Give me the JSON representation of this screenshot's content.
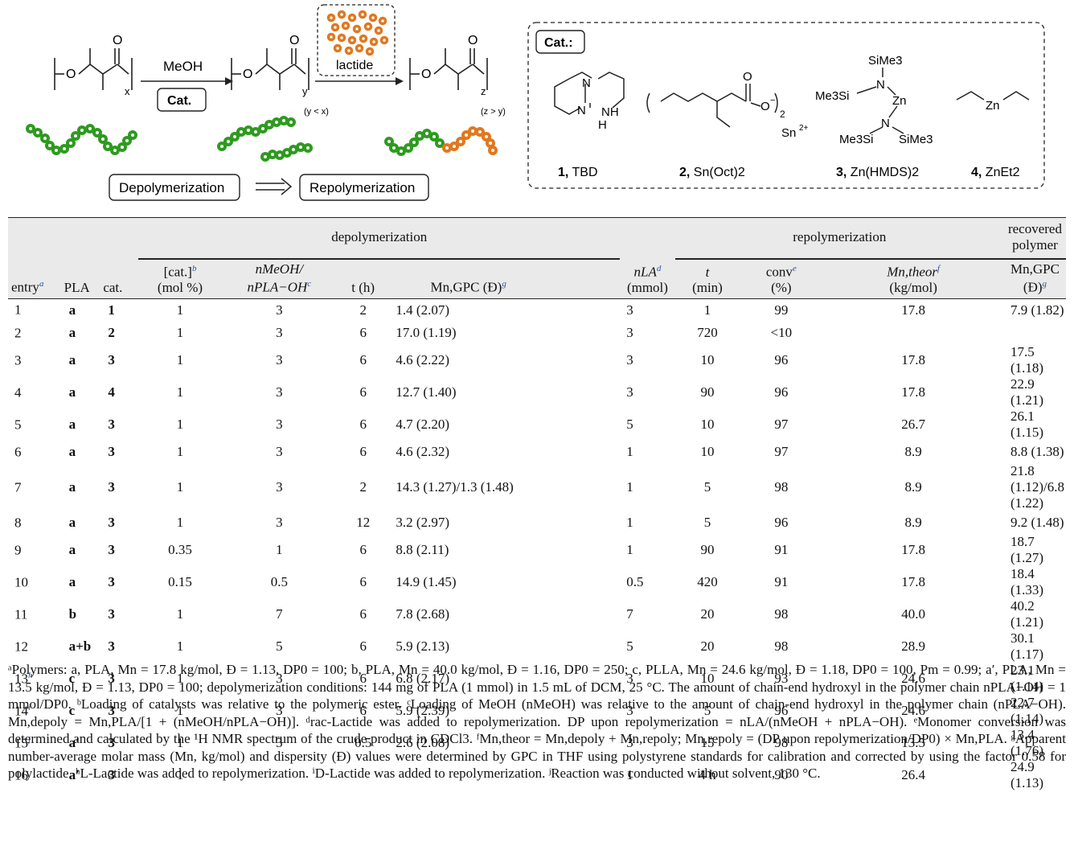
{
  "scheme": {
    "reagent_top": "MeOH",
    "cat_box": "Cat.",
    "lactide_label": "lactide",
    "sub_x": "x",
    "sub_y": "y",
    "sub_z": "z",
    "note_y": "(y < x)",
    "note_z": "(z > y)",
    "depoly_label": "Depolymerization",
    "repoly_label": "Repolymerization",
    "cat_panel_title": "Cat.:",
    "catalysts": [
      {
        "num": "1,",
        "name": "TBD"
      },
      {
        "num": "2,",
        "name": "Sn(Oct)2"
      },
      {
        "num": "3,",
        "name": "Zn(HMDS)2"
      },
      {
        "num": "4,",
        "name": "ZnEt2"
      }
    ],
    "struct_labels": {
      "N": "N",
      "NH": "NH",
      "H": "H",
      "O": "O",
      "Ominus": "O",
      "minus": "−",
      "sub2": "2",
      "Sn": "Sn",
      "Sn_charge": "2+",
      "SiMe3": "SiMe3",
      "Me3Si": "Me3Si",
      "Zn": "Zn"
    },
    "colors": {
      "green": "#2e9a1f",
      "orange": "#e07820"
    }
  },
  "table": {
    "groups": [
      "depolymerization",
      "repolymerization",
      "recovered polymer"
    ],
    "headers": [
      "entry",
      "PLA",
      "cat.",
      "[cat.]",
      "(mol %)",
      "nMeOH/",
      "nPLA−OH",
      "t (h)",
      "Mn,GPC (Đ)",
      "nLA",
      "(mmol)",
      "t",
      "(min)",
      "conv",
      "(%)",
      "Mn,theor",
      "(kg/mol)",
      "Mn,GPC (Đ)"
    ],
    "header_marks": {
      "entry": "a",
      "cat": "b",
      "meoh": "c",
      "gpc": "g",
      "nla": "d",
      "conv": "e",
      "theor": "f",
      "gpc2": "g"
    },
    "rows": [
      {
        "entry": "1",
        "mark": "",
        "pla": "a",
        "cat": "1",
        "catmol": "1",
        "meoh": "3",
        "t": "2",
        "mn": "1.4 (2.07)",
        "nla": "3",
        "tmin": "1",
        "conv": "99",
        "theor": "17.8",
        "rec": "7.9 (1.82)"
      },
      {
        "entry": "2",
        "mark": "",
        "pla": "a",
        "cat": "2",
        "catmol": "1",
        "meoh": "3",
        "t": "6",
        "mn": "17.0 (1.19)",
        "nla": "3",
        "tmin": "720",
        "conv": "<10",
        "theor": "",
        "rec": ""
      },
      {
        "entry": "3",
        "mark": "",
        "pla": "a",
        "cat": "3",
        "catmol": "1",
        "meoh": "3",
        "t": "6",
        "mn": "4.6 (2.22)",
        "nla": "3",
        "tmin": "10",
        "conv": "96",
        "theor": "17.8",
        "rec": "17.5 (1.18)"
      },
      {
        "entry": "4",
        "mark": "",
        "pla": "a",
        "cat": "4",
        "catmol": "1",
        "meoh": "3",
        "t": "6",
        "mn": "12.7 (1.40)",
        "nla": "3",
        "tmin": "90",
        "conv": "96",
        "theor": "17.8",
        "rec": "22.9 (1.21)"
      },
      {
        "entry": "5",
        "mark": "",
        "pla": "a",
        "cat": "3",
        "catmol": "1",
        "meoh": "3",
        "t": "6",
        "mn": "4.7 (2.20)",
        "nla": "5",
        "tmin": "10",
        "conv": "97",
        "theor": "26.7",
        "rec": "26.1 (1.15)"
      },
      {
        "entry": "6",
        "mark": "",
        "pla": "a",
        "cat": "3",
        "catmol": "1",
        "meoh": "3",
        "t": "6",
        "mn": "4.6 (2.32)",
        "nla": "1",
        "tmin": "10",
        "conv": "97",
        "theor": "8.9",
        "rec": "8.8 (1.38)"
      },
      {
        "entry": "7",
        "mark": "",
        "pla": "a",
        "cat": "3",
        "catmol": "1",
        "meoh": "3",
        "t": "2",
        "mn": "14.3 (1.27)/1.3 (1.48)",
        "nla": "1",
        "tmin": "5",
        "conv": "98",
        "theor": "8.9",
        "rec": "21.8 (1.12)/6.8 (1.22)"
      },
      {
        "entry": "8",
        "mark": "",
        "pla": "a",
        "cat": "3",
        "catmol": "1",
        "meoh": "3",
        "t": "12",
        "mn": "3.2 (2.97)",
        "nla": "1",
        "tmin": "5",
        "conv": "96",
        "theor": "8.9",
        "rec": "9.2 (1.48)"
      },
      {
        "entry": "9",
        "mark": "",
        "pla": "a",
        "cat": "3",
        "catmol": "0.35",
        "meoh": "1",
        "t": "6",
        "mn": "8.8 (2.11)",
        "nla": "1",
        "tmin": "90",
        "conv": "91",
        "theor": "17.8",
        "rec": "18.7 (1.27)"
      },
      {
        "entry": "10",
        "mark": "",
        "pla": "a",
        "cat": "3",
        "catmol": "0.15",
        "meoh": "0.5",
        "t": "6",
        "mn": "14.9 (1.45)",
        "nla": "0.5",
        "tmin": "420",
        "conv": "91",
        "theor": "17.8",
        "rec": "18.4 (1.33)"
      },
      {
        "entry": "11",
        "mark": "",
        "pla": "b",
        "cat": "3",
        "catmol": "1",
        "meoh": "7",
        "t": "6",
        "mn": "7.8 (2.68)",
        "nla": "7",
        "tmin": "20",
        "conv": "98",
        "theor": "40.0",
        "rec": "40.2 (1.21)"
      },
      {
        "entry": "12",
        "mark": "",
        "pla": "a+b",
        "cat": "3",
        "catmol": "1",
        "meoh": "5",
        "t": "6",
        "mn": "5.9 (2.13)",
        "nla": "5",
        "tmin": "20",
        "conv": "98",
        "theor": "28.9",
        "rec": "30.1 (1.17)"
      },
      {
        "entry": "13",
        "mark": "h",
        "pla": "c",
        "cat": "3",
        "catmol": "1",
        "meoh": "3",
        "t": "6",
        "mn": "6.8 (2.17)",
        "nla": "3",
        "tmin": "10",
        "conv": "93",
        "theor": "24.6",
        "rec": "23.1 (1.14)"
      },
      {
        "entry": "14",
        "mark": "i",
        "pla": "c",
        "cat": "3",
        "catmol": "1",
        "meoh": "3",
        "t": "6",
        "mn": "5.9 (2.39)",
        "nla": "3",
        "tmin": "5",
        "conv": "96",
        "theor": "24.6",
        "rec": "22.7 (1.14)"
      },
      {
        "entry": "15",
        "mark": "j",
        "pla": "a′",
        "cat": "3",
        "catmol": "1",
        "meoh": "3",
        "t": "0.5",
        "mn": "2.6 (2.08)",
        "nla": "3",
        "tmin": "15",
        "conv": "98",
        "theor": "13.5",
        "rec": "13.4 (1.76)"
      },
      {
        "entry": "16",
        "mark": "",
        "pla": "a′",
        "cat": "3",
        "catmol": "1",
        "meoh": "",
        "t": "",
        "mn": "",
        "nla": "1",
        "tmin": "4 h",
        "conv": "90",
        "theor": "26.4",
        "rec": "24.9 (1.13)"
      }
    ]
  },
  "footnotes": "ᵃPolymers: a, PLA, Mn = 17.8 kg/mol, Đ = 1.13, DP0 = 100; b, PLA, Mn = 40.0 kg/mol, Đ = 1.16, DP0 = 250; c, PLLA, Mn = 24.6 kg/mol, Đ = 1.18, DP0 = 100, Pm = 0.99; a′, PLA, Mn = 13.5 kg/mol, Đ = 1.13, DP0 = 100; depolymerization conditions: 144 mg of PLA (1 mmol) in 1.5 mL of DCM, 25 °C. The amount of chain-end hydroxyl in the polymer chain nPLA−OH = 1 mmol/DP0. ᵇLoading of catalysts was relative to the polymeric ester. ᶜLoading of MeOH (nMeOH) was relative to the amount of chain-end hydroxyl in the polymer chain (nPLA−OH). Mn,depoly = Mn,PLA/[1 + (nMeOH/nPLA−OH)]. ᵈrac-Lactide was added to repolymerization. DP upon repolymerization = nLA/(nMeOH + nPLA−OH). ᵉMonomer conversion was determined and calculated by the ¹H NMR spectrum of the crude product in CDCl3. ᶠMn,theor = Mn,depoly + Mn,repoly; Mn,repoly = (DP upon repolymerization/DP0) × Mn,PLA. ᵍApparent number-average molar mass (Mn, kg/mol) and dispersity (Đ) values were determined by GPC in THF using polystyrene standards for calibration and corrected by using the factor 0.58 for polylactide. ʰL-Lactide was added to repolymerization. ⁱD-Lactide was added to repolymerization. ʲReaction was conducted without solvent, 130 °C."
}
